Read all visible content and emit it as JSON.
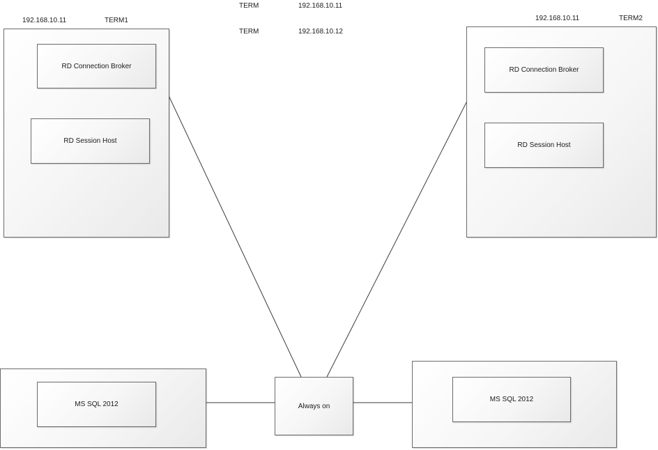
{
  "header": {
    "rows": [
      {
        "name": "TERM",
        "ip": "192.168.10.11"
      },
      {
        "name": "TERM",
        "ip": "192.168.10.12"
      }
    ]
  },
  "term1": {
    "ip": "192.168.10.11",
    "name": "TERM1",
    "connection_broker": "RD Connection Broker",
    "session_host": "RD Session Host"
  },
  "term2": {
    "ip": "192.168.10.11",
    "name": "TERM2",
    "connection_broker": "RD Connection Broker",
    "session_host": "RD Session Host"
  },
  "sql_left": {
    "label": "MS SQL 2012"
  },
  "sql_right": {
    "label": "MS SQL 2012"
  },
  "always_on": {
    "label": "Always on"
  }
}
